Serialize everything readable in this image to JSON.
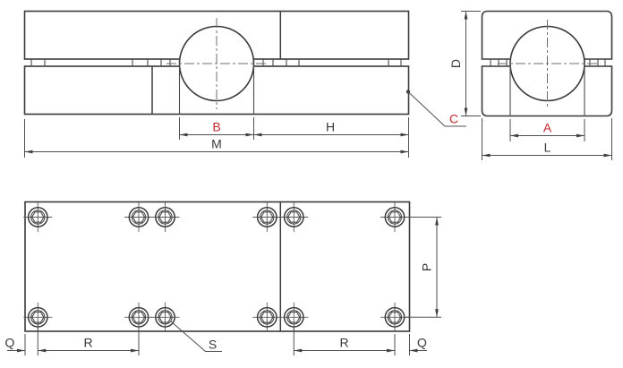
{
  "colors": {
    "line": "#3a3a3a",
    "thin_line": "#4a4a4a",
    "dimension_line": "#4f4f4f",
    "centerline": "#6e6e6e",
    "highlight": "#c0262c",
    "background": "#ffffff"
  },
  "views": {
    "front": {
      "dims": {
        "bore_width": "B",
        "right_section_length": "H",
        "overall_length": "M"
      },
      "callout": "C"
    },
    "side": {
      "dims": {
        "height": "D",
        "bore_span": "A",
        "width": "L"
      }
    },
    "plan": {
      "dims": {
        "hole_row_pitch": "P",
        "edge_to_hole": "Q",
        "hole_pitch": "R"
      },
      "callout": "S"
    }
  }
}
